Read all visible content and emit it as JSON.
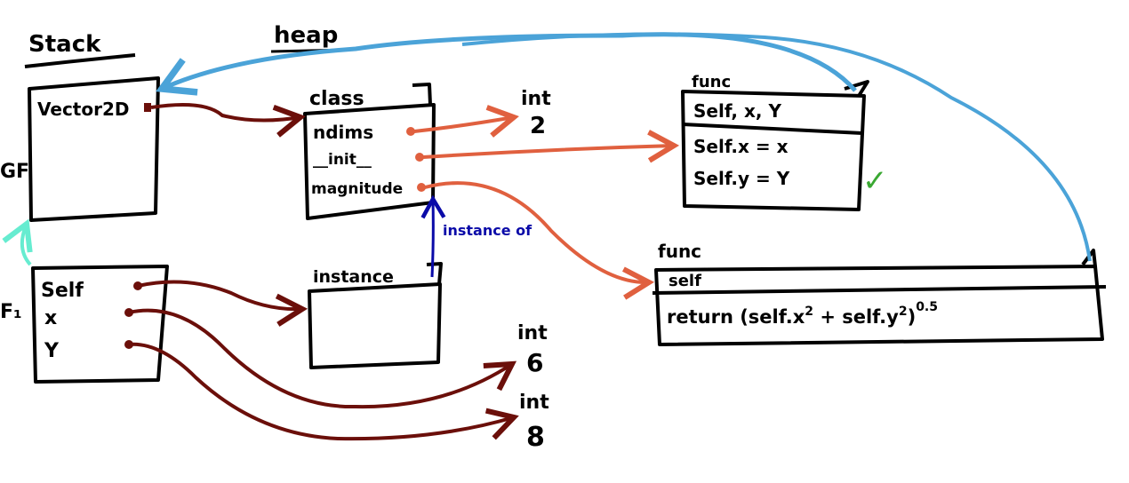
{
  "labels": {
    "stack": "Stack",
    "heap": "heap",
    "global_frame": "GF",
    "frame_f1": "F₁"
  },
  "global_frame": {
    "vars": [
      "Vector2D"
    ]
  },
  "f1_frame": {
    "vars": [
      "Self",
      "x",
      "Y"
    ]
  },
  "class_obj": {
    "type": "class",
    "attrs": [
      "ndims",
      "__init__",
      "magnitude"
    ]
  },
  "instance_obj": {
    "type": "instance"
  },
  "instance_of_label": "instance of",
  "ints": [
    {
      "type": "int",
      "value": "2"
    },
    {
      "type": "int",
      "value": "6"
    },
    {
      "type": "int",
      "value": "8"
    }
  ],
  "init_func": {
    "type": "func",
    "params": "Self, x, Y",
    "body": [
      "Self.x = x",
      "Self.y = Y"
    ],
    "check_mark": "✓"
  },
  "magnitude_func": {
    "type": "func",
    "params": "self",
    "body_main": "return (self.x",
    "sup1": "2",
    "body_mid": " + self.y",
    "sup2": "2",
    "body_close": ")",
    "exp": "0.5"
  },
  "colors": {
    "pointer_dark": "#6b0f0a",
    "pointer_orange": "#e0603f",
    "parent_blue": "#4ba3d8",
    "instance_of": "#0a0aa8",
    "frame_parent": "#66ecd0",
    "check": "#3aa832"
  }
}
